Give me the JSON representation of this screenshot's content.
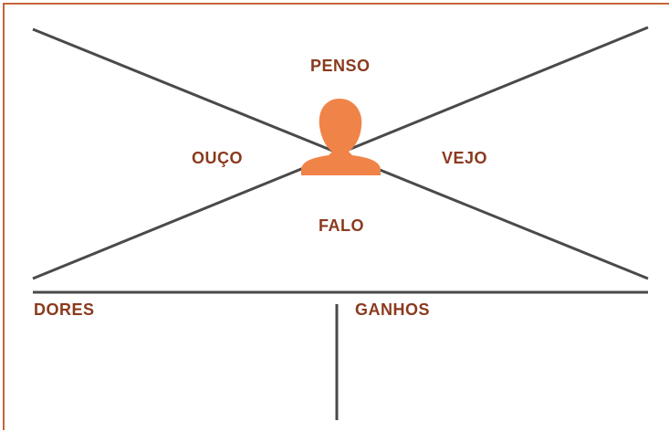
{
  "diagram": {
    "labels": {
      "think": "PENSO",
      "hear": "OUÇO",
      "see": "VEJO",
      "say": "FALO",
      "pains": "DORES",
      "gains": "GANHOS"
    },
    "colors": {
      "border": "#c8643a",
      "lines": "#4a4a4a",
      "person_icon": "#f08448",
      "label_text": "#8a3a1e"
    },
    "icon": "person-silhouette-icon"
  }
}
